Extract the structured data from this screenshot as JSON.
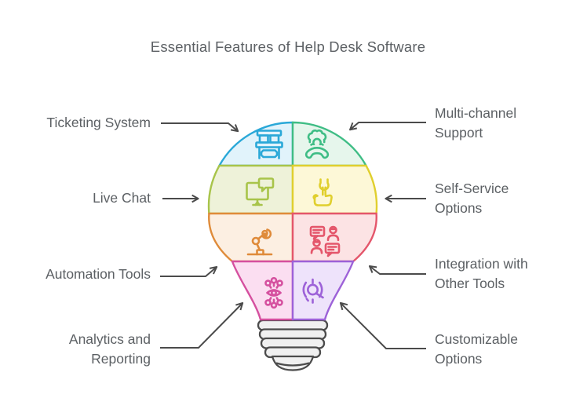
{
  "title": "Essential Features of Help Desk Software",
  "colors": {
    "background": "#ffffff",
    "text": "#5c6064",
    "arrow": "#4b4b4b",
    "bulb_base_stroke": "#4c4c4c",
    "bulb_base_fill": "#f0f0f0"
  },
  "features": [
    {
      "label": "Ticketing System",
      "lines": [
        "Ticketing System"
      ],
      "side": "left",
      "stroke": "#2aa8d8",
      "fill": "#e1f3fb",
      "icon": "ticket-booth-icon"
    },
    {
      "label": "Multi-channel Support",
      "lines": [
        "Multi-channel",
        "Support"
      ],
      "side": "right",
      "stroke": "#3fbd85",
      "fill": "#e6f6ec",
      "icon": "gear-headset-icon"
    },
    {
      "label": "Live Chat",
      "lines": [
        "Live Chat"
      ],
      "side": "left",
      "stroke": "#a8c44a",
      "fill": "#eef2d9",
      "icon": "monitor-chat-icon"
    },
    {
      "label": "Self-Service Options",
      "lines": [
        "Self-Service",
        "Options"
      ],
      "side": "right",
      "stroke": "#e0cf2e",
      "fill": "#fdf8d7",
      "icon": "hand-wrench-icon"
    },
    {
      "label": "Automation Tools",
      "lines": [
        "Automation Tools"
      ],
      "side": "left",
      "stroke": "#df8b3a",
      "fill": "#fcefe2",
      "icon": "robot-arm-icon"
    },
    {
      "label": "Integration with Other Tools",
      "lines": [
        "Integration with",
        "Other Tools"
      ],
      "side": "right",
      "stroke": "#e4566b",
      "fill": "#fce3e4",
      "icon": "people-chat-icon"
    },
    {
      "label": "Analytics and Reporting",
      "lines": [
        "Analytics and",
        "Reporting"
      ],
      "side": "left",
      "stroke": "#d5509f",
      "fill": "#fbdef1",
      "icon": "network-hub-icon"
    },
    {
      "label": "Customizable Options",
      "lines": [
        "Customizable",
        "Options"
      ],
      "side": "right",
      "stroke": "#9d62d8",
      "fill": "#eee3fb",
      "icon": "focus-target-icon"
    }
  ]
}
